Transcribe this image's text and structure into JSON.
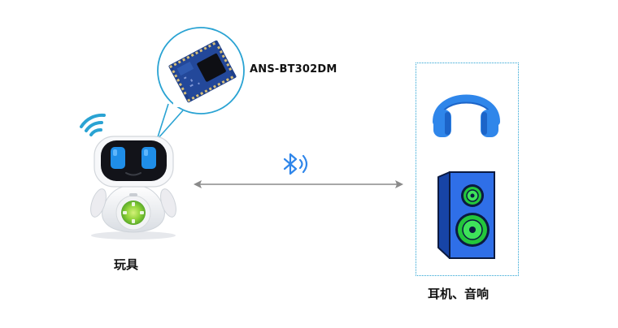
{
  "module": {
    "name": "ANS-BT302DM"
  },
  "toy": {
    "label": "玩具"
  },
  "devices": {
    "label": "耳机、音响"
  },
  "icons": {
    "robot": "robot-toy-icon",
    "chip": "bluetooth-module-chip-icon",
    "bluetooth": "bluetooth-icon",
    "headphones": "headphones-icon",
    "speaker": "speaker-icon"
  },
  "colors": {
    "accent_blue": "#2aa3d3",
    "headphone_blue": "#2f86ea",
    "speaker_blue": "#1e5fd6",
    "speaker_green": "#23c63b",
    "robot_eye_blue": "#1f8ee8",
    "arrow_gray": "#8a8a8a"
  }
}
